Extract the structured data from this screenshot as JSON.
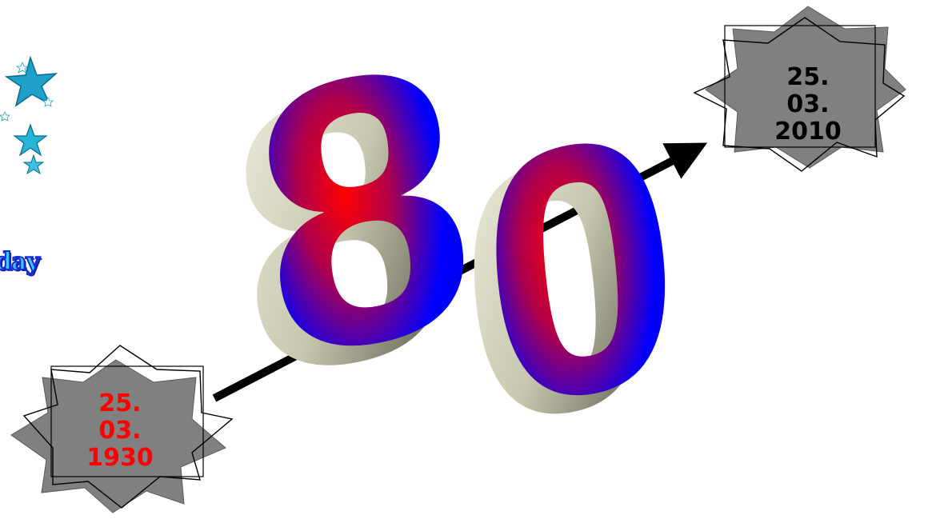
{
  "headline": {
    "number": "80"
  },
  "decoration": {
    "partial_word": "day"
  },
  "badges": {
    "start": {
      "line1": "25.",
      "line2": "03.",
      "line3": "1930"
    },
    "end": {
      "line1": "25.",
      "line2": "03.",
      "line3": "2010"
    }
  },
  "colors": {
    "digit_face_center": "#ff0000",
    "digit_face_edge": "#0000ff",
    "digit_side": "#d8d8c0",
    "badge_fill": "#808080",
    "start_date_text": "#ff0000",
    "end_date_text": "#000000",
    "star": "#1ea0c8"
  }
}
